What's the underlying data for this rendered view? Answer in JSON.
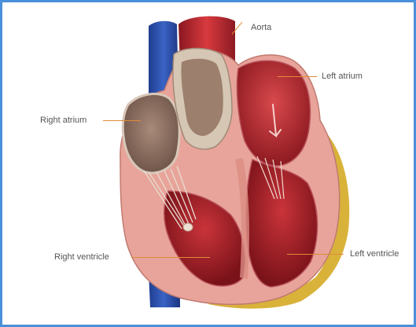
{
  "diagram": {
    "labels": {
      "aorta": "Aorta",
      "left_atrium": "Left atrium",
      "right_atrium": "Right atrium",
      "right_ventricle": "Right ventricle",
      "left_ventricle": "Left ventricle"
    },
    "colors": {
      "frame_border": "#4a90d9",
      "leader_line": "#e08a3a",
      "vein_blue": "#2b4fa8",
      "aorta_red": "#b8202a",
      "muscle_pink": "#e8a49a",
      "chamber_dark_red": "#8e1e24",
      "fat_yellow": "#d9b23a",
      "valve_tissue": "#c9b8a6"
    }
  }
}
